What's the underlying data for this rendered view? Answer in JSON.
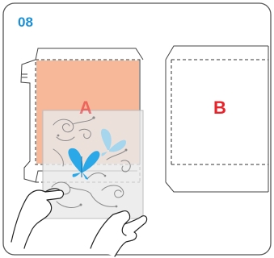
{
  "step": {
    "number": "08"
  },
  "panels": {
    "a": {
      "label": "A",
      "fill_color": "#f7b89a"
    },
    "b": {
      "label": "B"
    }
  },
  "colors": {
    "step_number": "#1a8fd6",
    "panel_label": "#e8232a",
    "frame": "#555555",
    "butterfly": "#2aa8e8"
  },
  "icons": [
    "butterfly-icon",
    "hand-icon"
  ]
}
